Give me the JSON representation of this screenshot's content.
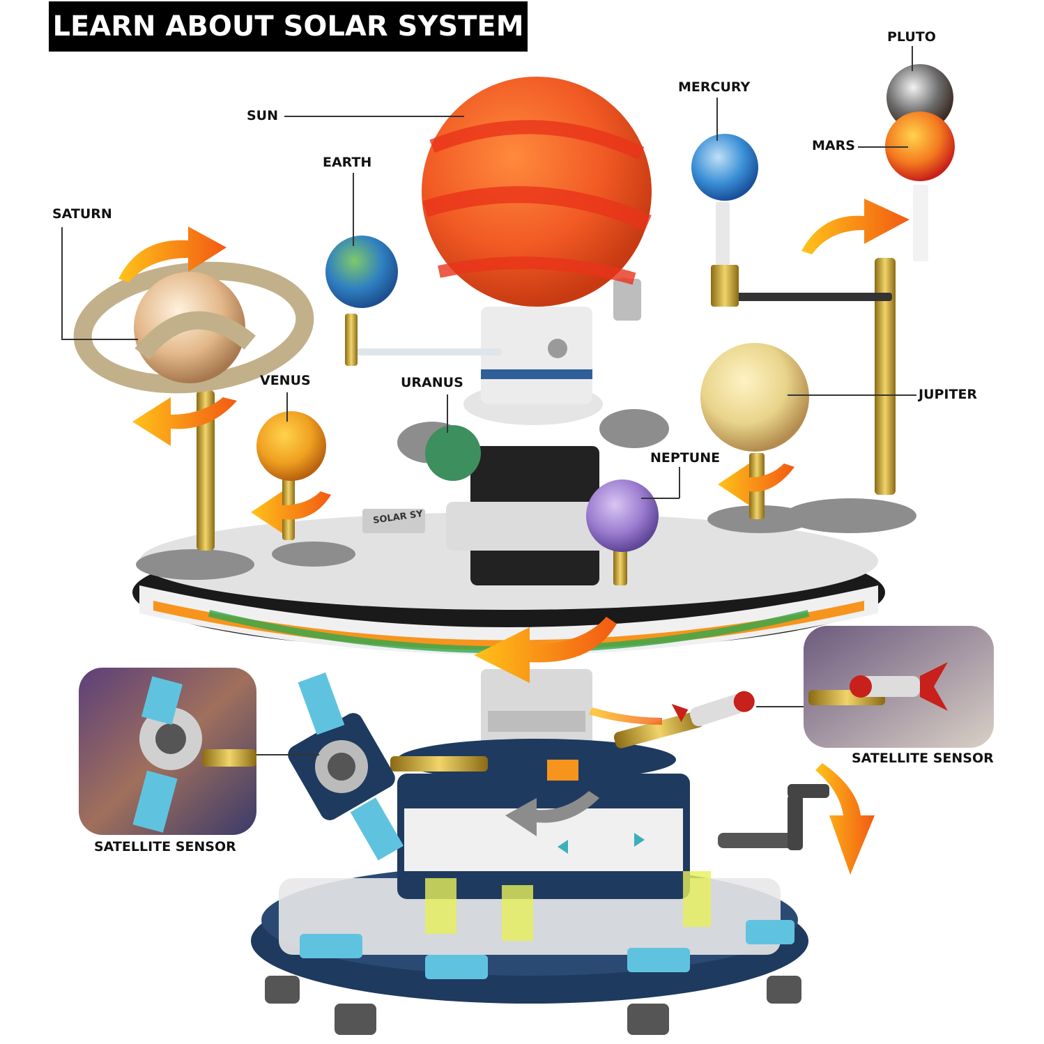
{
  "title": "LEARN ABOUT SOLAR SYSTEM",
  "labels": {
    "sun": "SUN",
    "earth": "EARTH",
    "saturn": "SATURN",
    "venus": "VENUS",
    "uranus": "URANUS",
    "neptune": "NEPTUNE",
    "mercury": "MERCURY",
    "pluto": "PLUTO",
    "mars": "MARS",
    "jupiter": "JUPITER",
    "satellite_left": "SATELLITE SENSOR",
    "satellite_right": "SATELLITE SENSOR"
  },
  "model_plate_text": "SOLAR SY",
  "colors": {
    "banner_bg": "#000000",
    "banner_text": "#ffffff",
    "label_text": "#111111",
    "sun": "#f15a24",
    "arrow": "#f7931e",
    "base_navy": "#1f3a5f",
    "brass": "#c9a227"
  }
}
